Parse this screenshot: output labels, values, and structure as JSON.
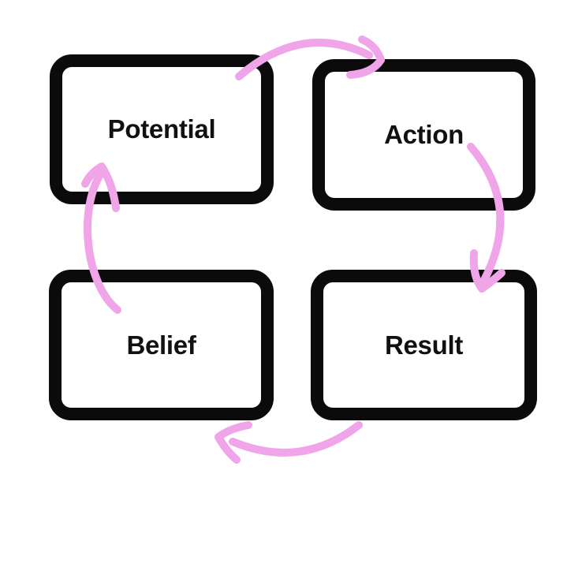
{
  "diagram": {
    "type": "cycle",
    "nodes": [
      {
        "id": "potential",
        "label": "Potential",
        "position": "top-left"
      },
      {
        "id": "action",
        "label": "Action",
        "position": "top-right"
      },
      {
        "id": "result",
        "label": "Result",
        "position": "bottom-right"
      },
      {
        "id": "belief",
        "label": "Belief",
        "position": "bottom-left"
      }
    ],
    "arrows": [
      {
        "from": "Potential",
        "to": "Action",
        "direction": "clockwise"
      },
      {
        "from": "Action",
        "to": "Result",
        "direction": "clockwise"
      },
      {
        "from": "Result",
        "to": "Belief",
        "direction": "clockwise"
      },
      {
        "from": "Belief",
        "to": "Potential",
        "direction": "clockwise"
      }
    ]
  },
  "colors": {
    "background": "#ffffff",
    "box_border": "#0b0b0b",
    "label_text": "#111111",
    "arrow": "#f0a5e8"
  }
}
